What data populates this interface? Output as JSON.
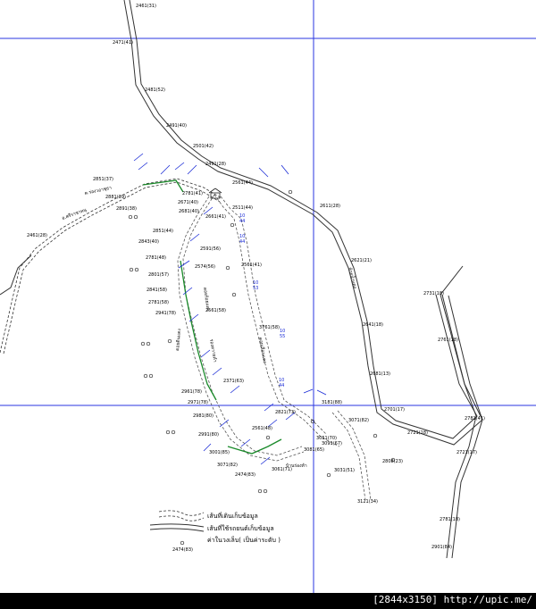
{
  "footer": {
    "text": "[2844x3150] http://upic.me/"
  },
  "colors": {
    "grid": "#2a35e0",
    "road": "#333333",
    "survey": "#1a2bd6",
    "green": "#1a8a2a",
    "background": "#000000"
  },
  "legend": {
    "dashed_line_label": "เส้นที่เดินเก็บข้อมูล",
    "double_line_label": "เส้นที่ใช้รถยนต์เก็บข้อมูล",
    "elevation_label": "ค่าในวงเล็บ( เป็นค่าระดับ )",
    "sample_number": "2474(83)"
  },
  "road_labels": {
    "r1": "2461(31)",
    "r2": "2471(41)",
    "r3": "2481(52)",
    "r4": "2491(40)",
    "r5": "2501(42)",
    "r6": "2491(28)",
    "r7": "2461(28)",
    "r8": "2611(28)",
    "r9": "2621(21)",
    "r10": "2641(18)",
    "r11": "2681(13)",
    "r12": "2701(17)",
    "r13": "2721(18)",
    "r14": "2731(18)",
    "r15": "2761(18)",
    "r16": "2781(41)",
    "r17": "2721(17)",
    "r18": "2781(18)",
    "r19": "2901(84)"
  },
  "place_labels": {
    "p1": "ต.ร่องวอาชุธา",
    "p2": "อ.ศรีราชาหนุ",
    "p3": "ดอยดินแดง",
    "p4": "ร่องหวายคำ",
    "p5": "ดอยเลื่อนแดง",
    "p6": "ห้วยน้ำแดง",
    "p7": "บ้านร่องห้า",
    "p8": "ดอยร้อยแดง"
  },
  "point_labels": {
    "a1": "2851(37)",
    "a2": "2881(39)",
    "a3": "2891(38)",
    "a4": "2671(40)",
    "a5": "2681(40)",
    "a6": "2781(41)",
    "a7": "2843(40)",
    "a8": "2661(41)",
    "a9": "2851(44)",
    "a10": "2781(48)",
    "a11": "2801(57)",
    "a12": "2841(58)",
    "a13": "2781(58)",
    "a14": "2941(78)",
    "a15": "2961(78)",
    "a16": "2971(78)",
    "a17": "2981(80)",
    "a18": "2991(80)",
    "a19": "3001(85)",
    "a20": "3071(82)",
    "a21": "3051(70)",
    "a22": "3091(67)",
    "a23": "3031(51)",
    "a24": "3121(34)",
    "a25": "2511(44)",
    "a26": "2591(56)",
    "a27": "2561(41)",
    "a28": "3761(58)",
    "a29": "2561(58)",
    "a30": "2371(63)",
    "a31": "2561(48)",
    "a32": "2821(73)",
    "a33": "2474(83)",
    "a34": "3061(71)",
    "a35": "3181(88)",
    "a36": "3071(82)",
    "a37": "2808(23)",
    "a38": "3081(65)",
    "a39": "2561(44)",
    "a40": "2574(56)"
  },
  "blue_labels": {
    "b1": "10\n44",
    "b2": "10\n44",
    "b3": "10\n53",
    "b4": "10\n55",
    "b5": "10\n44"
  }
}
